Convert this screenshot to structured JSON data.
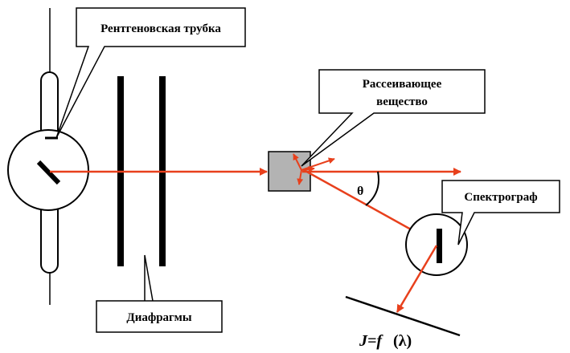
{
  "labels": {
    "tube": "Рентгеновская трубка",
    "scatterer_line1": "Рассеивающее",
    "scatterer_line2": "вещество",
    "spectrograph": "Спектрограф",
    "diaphragms": "Диафрагмы",
    "angle": "θ",
    "formula_main": "J=f",
    "formula_arg": "(λ)"
  },
  "colors": {
    "beam": "#e8401c",
    "sample_fill": "#b3b3b3",
    "ink": "#000000"
  }
}
